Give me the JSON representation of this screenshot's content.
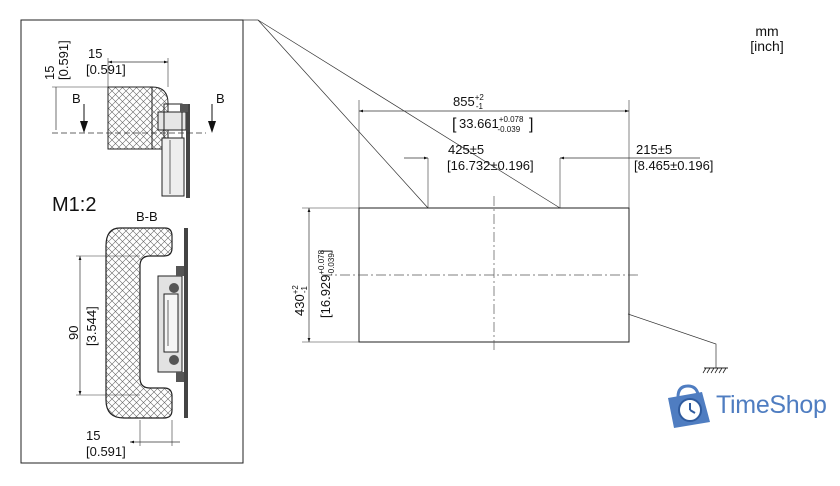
{
  "units": {
    "primary": "mm",
    "secondary": "[inch]"
  },
  "detail": {
    "scale_label": "M1:2",
    "section_label": "B-B",
    "cut_mark_left": "B",
    "cut_mark_right": "B",
    "vertical_top_mm": "15",
    "vertical_top_inch": "[0.591]",
    "top_mm": "15",
    "top_inch": "[0.591]",
    "height_mm": "90",
    "height_inch": "[3.544]",
    "bottom_mm": "15",
    "bottom_inch": "[0.591]"
  },
  "main": {
    "width_mm": "855",
    "width_tol_plus": "+2",
    "width_tol_minus": "-1",
    "width_inch": "33.661",
    "width_inch_tol_plus": "+0.078",
    "width_inch_tol_minus": "-0.039",
    "cut_pos_mm": "425±5",
    "cut_pos_inch": "[16.732±0.196]",
    "right_mm": "215±5",
    "right_inch": "[8.465±0.196]",
    "height_mm": "430",
    "height_tol_plus": "+2",
    "height_tol_minus": "-1",
    "height_inch": "16.929",
    "height_inch_tol_plus": "+0.078",
    "height_inch_tol_minus": "-0.039"
  },
  "logo": {
    "text": "TimeShop",
    "color": "#4f7dc1"
  }
}
